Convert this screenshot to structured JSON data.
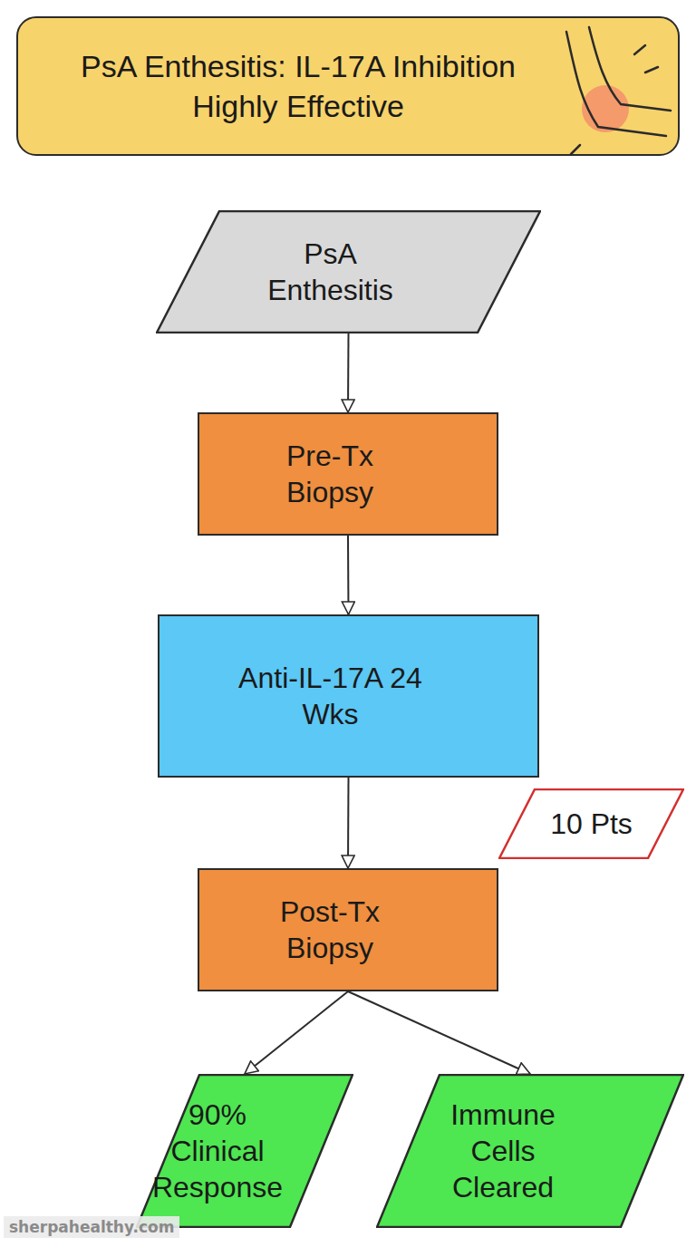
{
  "diagram": {
    "title": "PsA Enthesitis: IL-17A Inhibition Highly Effective",
    "nodes": [
      {
        "text": [
          "PsA Enthesitis"
        ]
      },
      {
        "text": [
          "Pre-Tx Biopsy"
        ]
      },
      {
        "text": [
          "Anti-IL-17A 24 Wks"
        ]
      },
      {
        "text": [
          "10 Pts"
        ]
      },
      {
        "text": [
          "Post-Tx Biopsy"
        ]
      },
      {
        "text": [
          "90% Clinical Response"
        ]
      },
      {
        "text": [
          "Immune Cells Cleared"
        ]
      }
    ],
    "edges": [
      {
        "from": 0,
        "to": 1,
        "arrow": "to"
      },
      {
        "from": 1,
        "to": 2,
        "arrow": "to"
      },
      {
        "from": 2,
        "to": 4,
        "arrow": "to"
      },
      {
        "from": 4,
        "to": 5,
        "arrow": "to"
      },
      {
        "from": 4,
        "to": 6,
        "arrow": "to"
      }
    ],
    "labels": [
      "sherpahealthy.com"
    ]
  }
}
